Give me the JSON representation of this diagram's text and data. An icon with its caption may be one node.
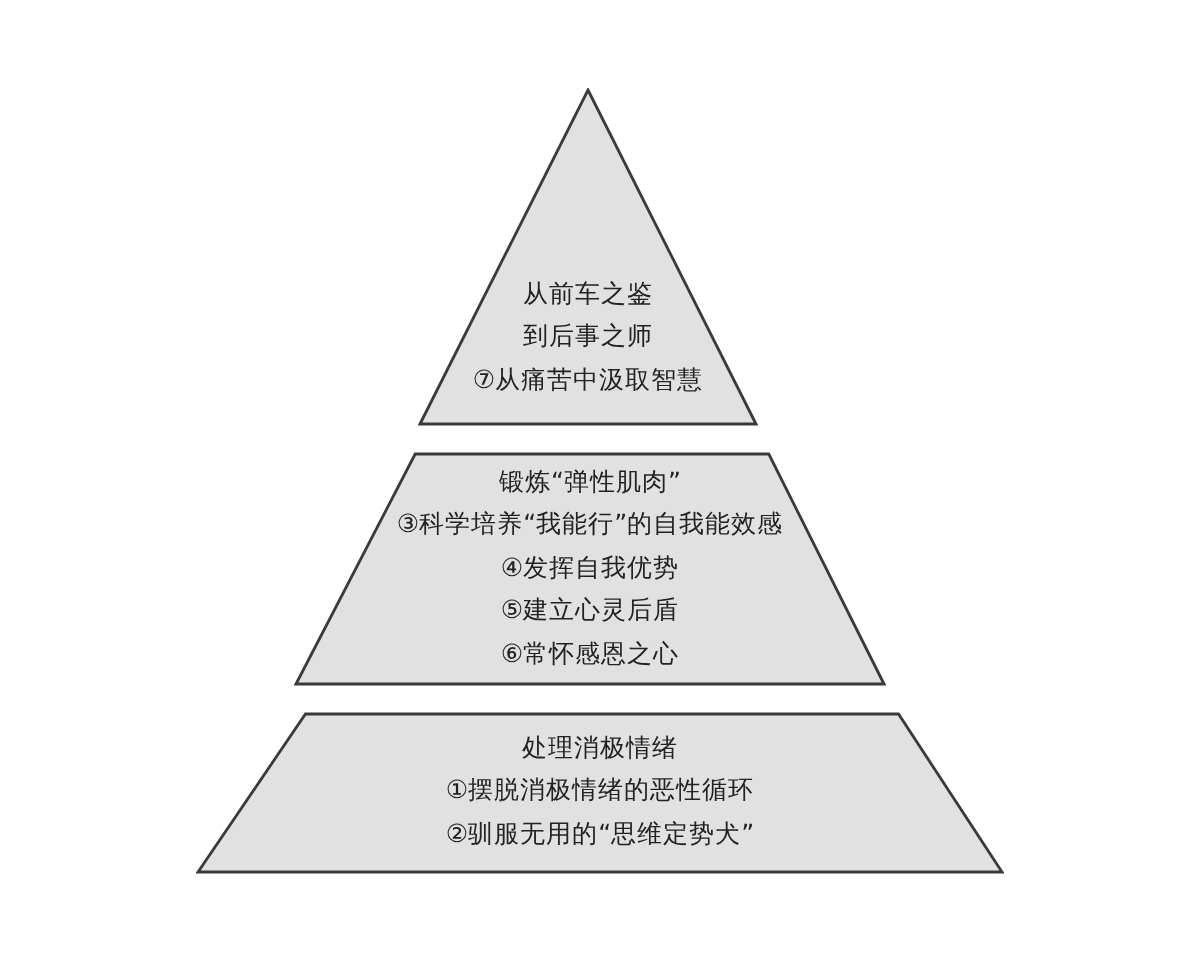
{
  "diagram": {
    "nodes": [
      {
        "text": [
          "从前车之鉴到后事之师",
          "⑦从痛苦中汲取智慧"
        ]
      },
      {
        "text": [
          "锻炼“弹性肌肉”",
          "③科学培养“我能行”的自我能效感",
          "④发挥自我优势",
          "⑤建立心灵后盾",
          "⑥常怀感恩之心"
        ]
      },
      {
        "text": [
          "处理消极情绪",
          "①摆脱消极情绪的恶性循环",
          "②驯服无用的“思维定势犬”"
        ]
      }
    ]
  }
}
